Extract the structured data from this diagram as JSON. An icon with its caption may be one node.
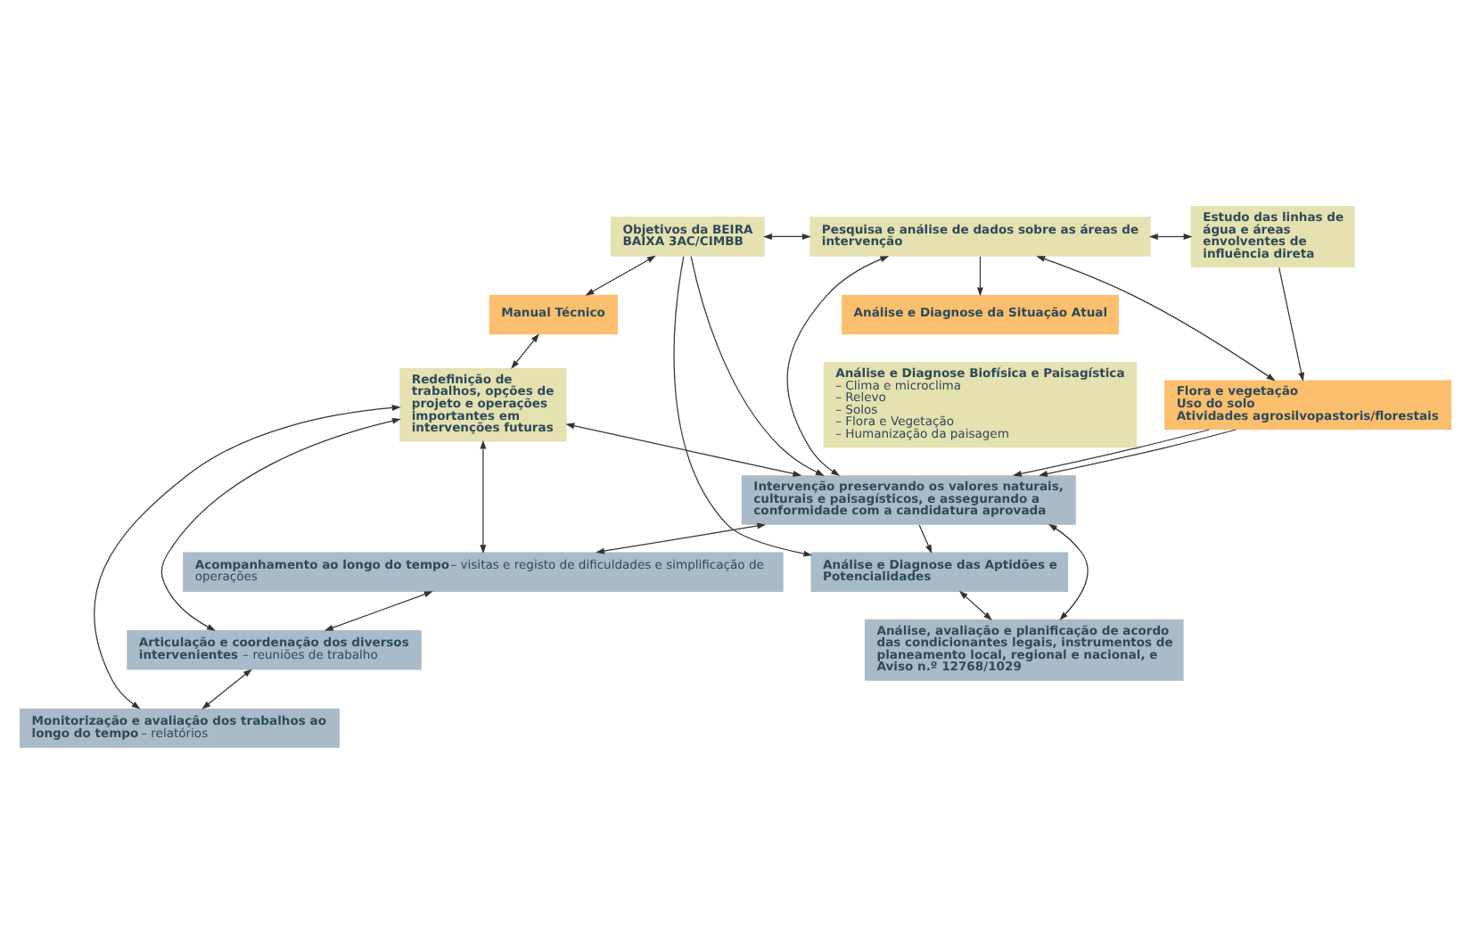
{
  "diagram": {
    "nodes": [
      {
        "text": [
          "Objetivos da BEIRA BAIXA 3AC/CIMBB"
        ]
      },
      {
        "text": [
          "Pesquisa e análise de dados sobre as áreas de intervenção"
        ]
      },
      {
        "text": [
          "Estudo das linhas de água e áreas envolventes de influência direta"
        ]
      },
      {
        "text": [
          "Manual Técnico"
        ]
      },
      {
        "text": [
          "Análise e Diagnose da Situação Atual"
        ]
      },
      {
        "text": [
          "Análise e Diagnose Biofísica e Paisagística",
          "– Clima e microclima",
          "– Relevo",
          "– Solos",
          "– Flora e Vegetação",
          "– Humanização da paisagem"
        ]
      },
      {
        "text": [
          "Flora e vegetação",
          "Uso do solo",
          "Atividades agrosilvopastoris/florestais"
        ]
      },
      {
        "text": [
          "Redefinição de trabalhos, opções de projeto e operações importantes em intervenções futuras"
        ]
      },
      {
        "text": [
          "Análise e Diagnose das Aptidões e Potencialidades"
        ]
      },
      {
        "text": [
          "Análise, avaliação e planificação de acordo das condicionantes legais, instrumentos de planeamento local, regional e nacional, e Aviso n.º 12768/1029"
        ]
      },
      {
        "text": [
          "Intervenção preservando os valores naturais, culturais e paisagísticos, e assegurando a conformidade com a candidatura aprovada"
        ]
      },
      {
        "text": [
          "Acompanhamento ao longo do tempo",
          "– visitas e registo de dificuldades e simplificação de operações"
        ]
      },
      {
        "text": [
          "Articulação e coordenação dos diversos intervenientes",
          "– reuniões de trabalho"
        ]
      },
      {
        "text": [
          "Monitorização e avaliação dos trabalhos ao longo do tempo",
          "– relatórios"
        ]
      }
    ],
    "edges": [
      {
        "from": 0,
        "to": 1,
        "arrow": "both"
      },
      {
        "from": 1,
        "to": 2,
        "arrow": "both"
      },
      {
        "from": 1,
        "to": 4,
        "arrow": "to"
      },
      {
        "from": 0,
        "to": 3,
        "arrow": "both"
      },
      {
        "from": 3,
        "to": 7,
        "arrow": "both"
      },
      {
        "from": 0,
        "to": 8,
        "arrow": "to"
      },
      {
        "from": 10,
        "to": 8,
        "arrow": "to"
      },
      {
        "from": 8,
        "to": 9,
        "arrow": "both"
      },
      {
        "from": 9,
        "to": 10,
        "arrow": "both"
      },
      {
        "from": 0,
        "to": 10,
        "arrow": "to"
      },
      {
        "from": 10,
        "to": 1,
        "arrow": "both"
      },
      {
        "from": 1,
        "to": 6,
        "arrow": "both"
      },
      {
        "from": 2,
        "to": 6,
        "arrow": "to"
      },
      {
        "from": 6,
        "to": 10,
        "arrow": "to"
      },
      {
        "from": 6,
        "to": 10,
        "arrow": "to"
      },
      {
        "from": 10,
        "to": 11,
        "arrow": "both"
      },
      {
        "from": 11,
        "to": 12,
        "arrow": "both"
      },
      {
        "from": 12,
        "to": 13,
        "arrow": "both"
      },
      {
        "from": 7,
        "to": 10,
        "arrow": "both"
      },
      {
        "from": 7,
        "to": 11,
        "arrow": "both"
      },
      {
        "from": 7,
        "to": 12,
        "arrow": "both"
      },
      {
        "from": 7,
        "to": 13,
        "arrow": "both"
      }
    ]
  }
}
